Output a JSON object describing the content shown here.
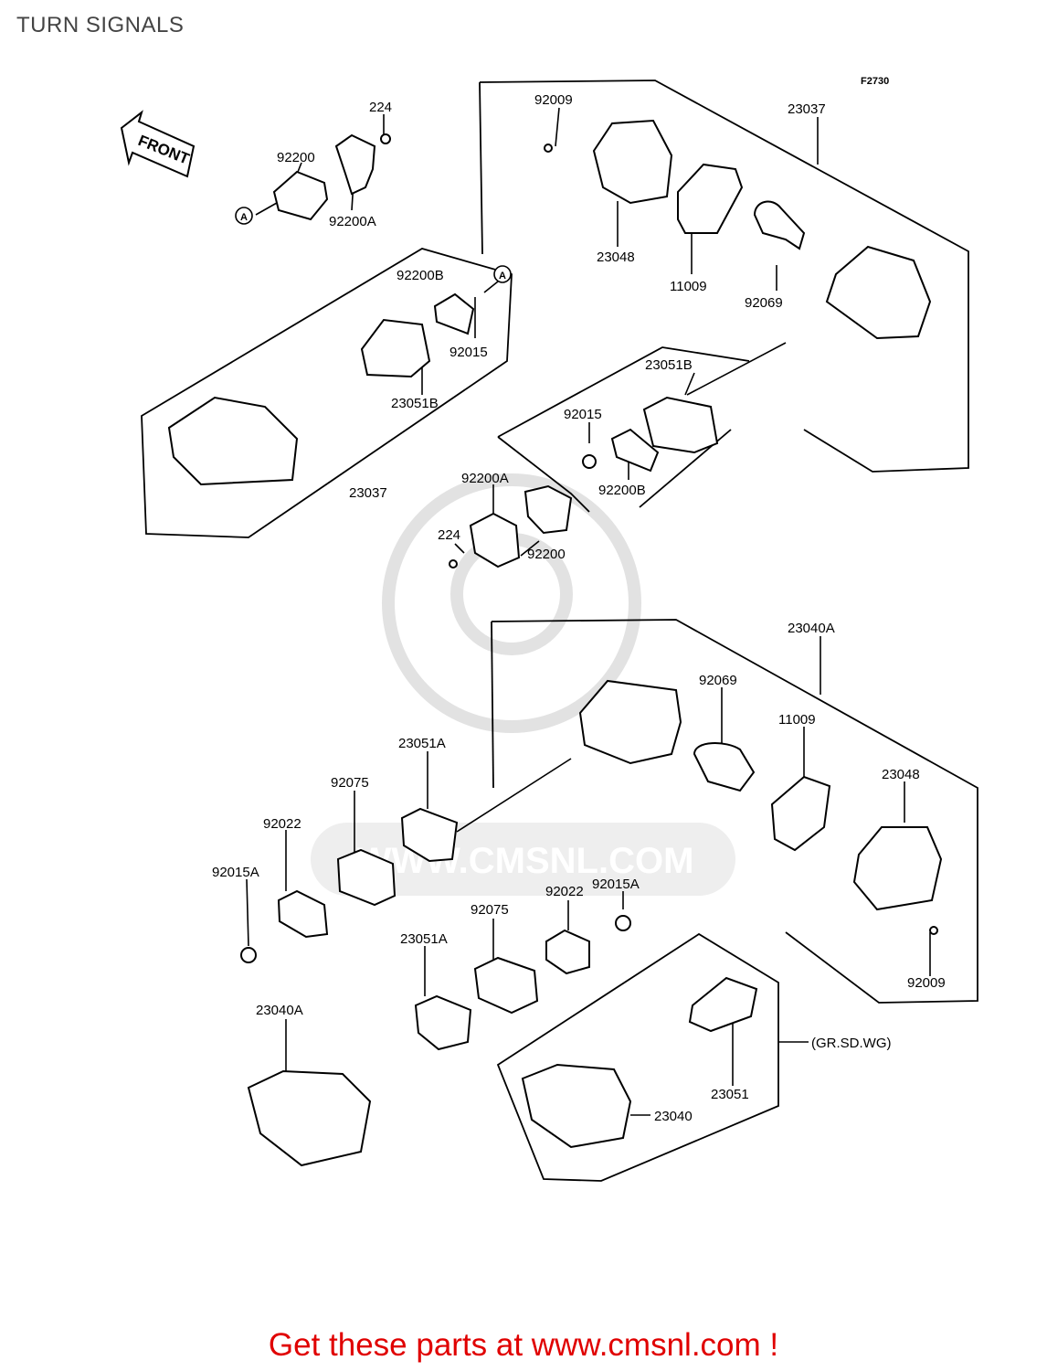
{
  "title": "TURN SIGNALS",
  "figure_code": "F2730",
  "front_label": "FRONT",
  "note_label": "(GR.SD.WG)",
  "ref_marker": "A",
  "watermark": "WWW.CMSNL.COM",
  "footer": "Get these parts at www.cmsnl.com !",
  "colors": {
    "footer": "#e00000",
    "title": "#444444",
    "watermark": "#e2e2e2"
  },
  "part_labels": {
    "p224_top": "224",
    "p92200_top": "92200",
    "p92200A_top": "92200A",
    "p92009_top": "92009",
    "p23037_top": "23037",
    "p23048_top": "23048",
    "p11009_top": "11009",
    "p92069_top": "92069",
    "p92200B_left": "92200B",
    "p92015_left": "92015",
    "p23051B_left": "23051B",
    "p23037_left": "23037",
    "p23051B_right": "23051B",
    "p92015_right": "92015",
    "p92200B_right": "92200B",
    "p92200A_mid": "92200A",
    "p224_mid": "224",
    "p92200_mid": "92200",
    "p23040A_box": "23040A",
    "p92069_low": "92069",
    "p11009_low": "11009",
    "p23048_low": "23048",
    "p23051A_a": "23051A",
    "p92075_a": "92075",
    "p92022_a": "92022",
    "p92015A_a": "92015A",
    "p92022_b": "92022",
    "p92015A_b": "92015A",
    "p92075_b": "92075",
    "p23051A_b": "23051A",
    "p92009_low": "92009",
    "p23040A_low": "23040A",
    "p23051_low": "23051",
    "p23040_low": "23040"
  }
}
